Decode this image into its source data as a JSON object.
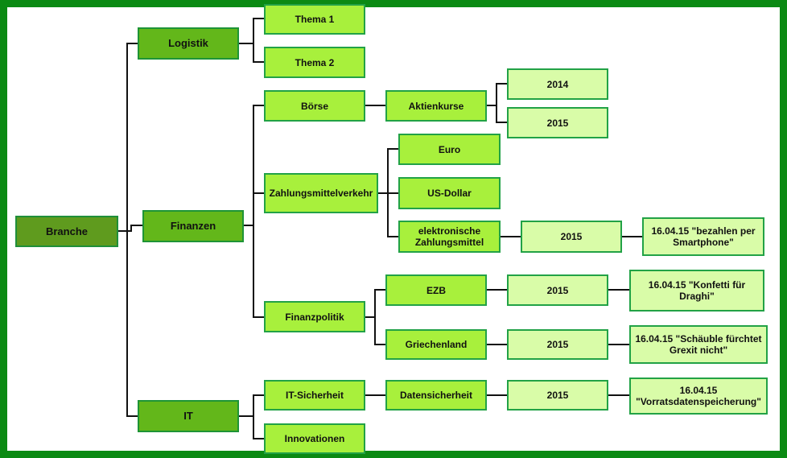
{
  "nodes": {
    "branche": "Branche",
    "logistik": "Logistik",
    "finanzen": "Finanzen",
    "it": "IT",
    "thema1": "Thema  1",
    "thema2": "Thema 2",
    "boerse": "Börse",
    "zahlungsmittelverkehr": "Zahlungsmittelverkehr",
    "finanzpolitik": "Finanzpolitik",
    "it_sicherheit": "IT-Sicherheit",
    "innovationen": "Innovationen",
    "aktienkurse": "Aktienkurse",
    "euro": "Euro",
    "us_dollar": "US-Dollar",
    "elektronische_zahlungsmittel": "elektronische Zahlungsmittel",
    "ezb": "EZB",
    "griechenland": "Griechenland",
    "datensicherheit": "Datensicherheit",
    "y2014": "2014",
    "y2015_boerse": "2015",
    "y2015_ez": "2015",
    "y2015_ezb": "2015",
    "y2015_gr": "2015",
    "y2015_ds": "2015",
    "note_smartphone": "16.04.15  \"bezahlen per Smartphone\"",
    "note_draghi": "16.04.15  \"Konfetti für Draghi\"",
    "note_grexit": "16.04.15  \"Schäuble fürchtet Grexit nicht\"",
    "note_vorrat": "16.04.15 \"Vorratsdatenspeicherung\""
  },
  "colors": {
    "frame": "#0b8a13",
    "root": "#5f9b1e",
    "level1": "#63b71a",
    "level2": "#a8f03c",
    "leaf": "#d9fca8",
    "line": "#111111"
  }
}
